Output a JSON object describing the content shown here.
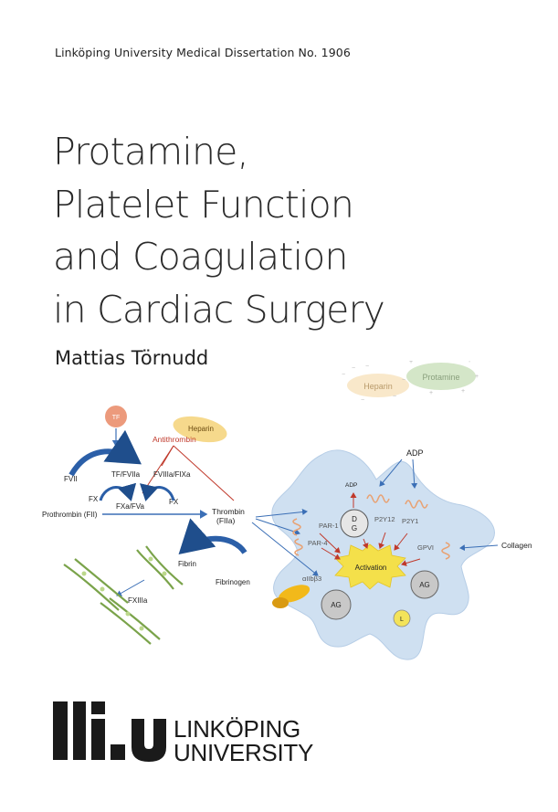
{
  "series": "Linköping University Medical Dissertation No. 1906",
  "title_lines": [
    "Protamine,",
    "Platelet Function",
    "and Coagulation",
    "in Cardiac Surgery"
  ],
  "author": "Mattias Törnudd",
  "figure": {
    "labels": {
      "tf": "TF",
      "heparin_top": "Heparin",
      "protamine": "Protamine",
      "heparin_left": "Heparin",
      "antithrombin": "Antithrombin",
      "fvii": "FVII",
      "tf_fviia": "TF/FVIIa",
      "fviiia_fixa": "FVIIIa/FIXa",
      "fx_left": "FX",
      "fxa_fva": "FXa/FVa",
      "fx_right": "FX",
      "prothrombin": "Prothrombin (FII)",
      "thrombin": "Thrombin",
      "fiia": "(FIIa)",
      "fibrin": "Fibrin",
      "fibrinogen": "Fibrinogen",
      "fxiiia": "FXIIIa",
      "adp_top": "ADP",
      "adp_small": "ADP",
      "dg_d": "D",
      "dg_g": "G",
      "p2y12": "P2Y12",
      "p2y1": "P2Y1",
      "par1": "PAR-1",
      "par4": "PAR-4",
      "gpvi": "GPVI",
      "collagen": "Collagen",
      "activation": "Activation",
      "ag_left": "AG",
      "ag_right": "AG",
      "l": "L",
      "aiib3": "αIIbβ3"
    }
  },
  "logo": {
    "line1": "LINKÖPING",
    "line2": "UNIVERSITY"
  }
}
